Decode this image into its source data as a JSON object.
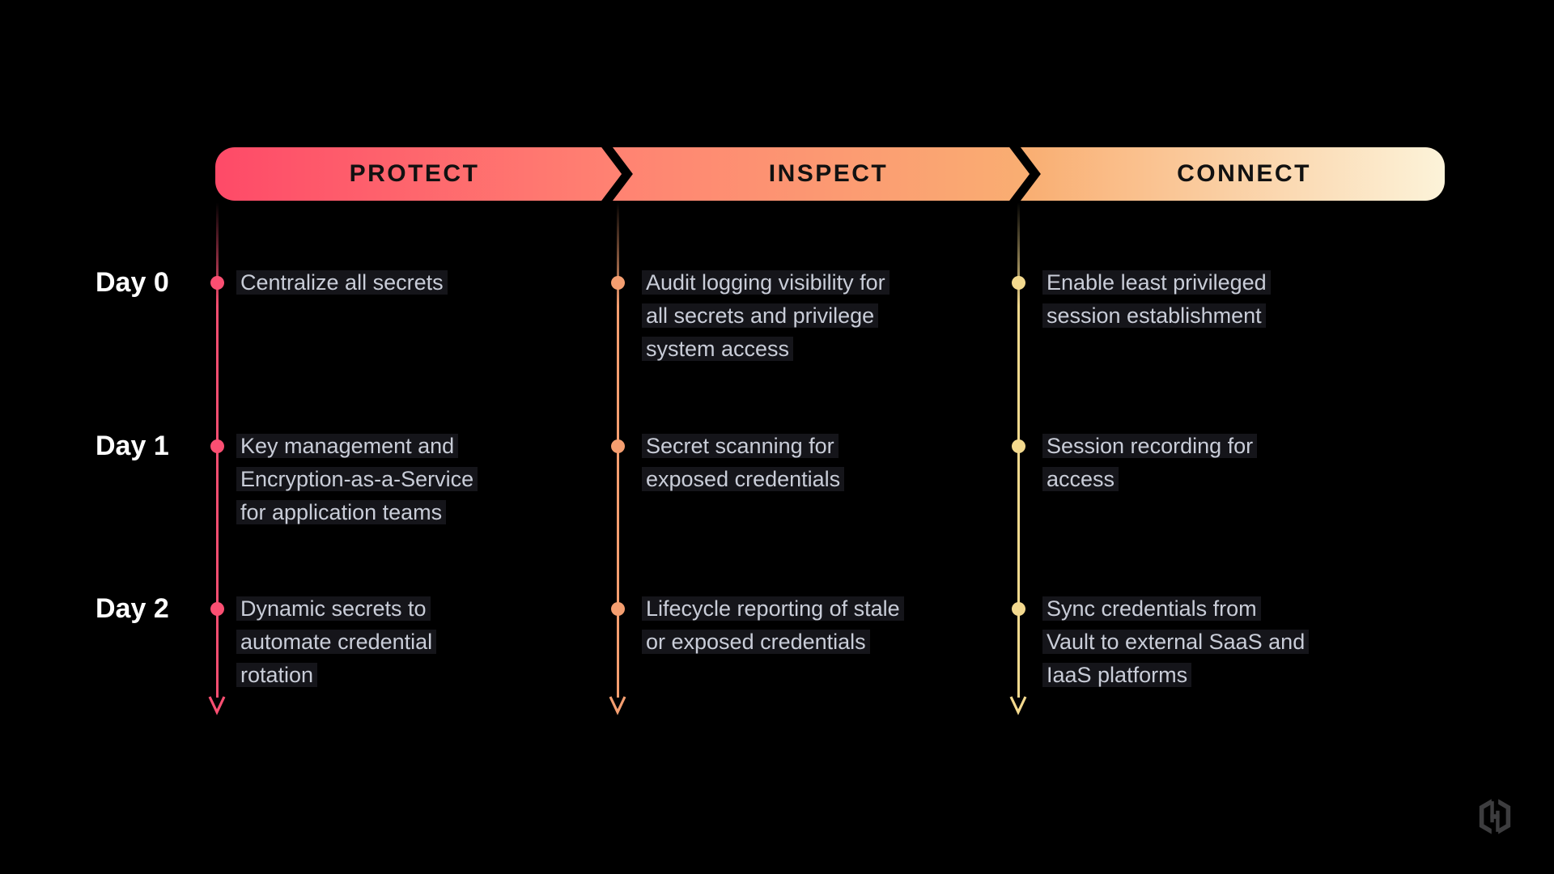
{
  "page": {
    "background": "#000000"
  },
  "banner": {
    "segments": [
      {
        "label": "PROTECT"
      },
      {
        "label": "INSPECT"
      },
      {
        "label": "CONNECT"
      }
    ],
    "gradient": [
      "#FE4A68",
      "#FF8372",
      "#F9AE72",
      "#FCF3D9"
    ],
    "label_color": "#111111"
  },
  "rows": [
    {
      "label": "Day 0"
    },
    {
      "label": "Day 1"
    },
    {
      "label": "Day 2"
    }
  ],
  "columns": [
    {
      "name": "protect",
      "accent": "#FB4F72",
      "items": [
        [
          "Centralize all secrets"
        ],
        [
          "Key management and",
          "Encryption-as-a-Service",
          "for application teams"
        ],
        [
          "Dynamic secrets to",
          "automate credential",
          "rotation"
        ]
      ]
    },
    {
      "name": "inspect",
      "accent": "#F49E70",
      "items": [
        [
          "Audit logging visibility for",
          "all secrets and privilege",
          "system access"
        ],
        [
          "Secret scanning for",
          "exposed credentials"
        ],
        [
          "Lifecycle reporting of stale",
          "or exposed credentials"
        ]
      ]
    },
    {
      "name": "connect",
      "accent": "#F3D98E",
      "items": [
        [
          "Enable least privileged",
          "session establishment"
        ],
        [
          "Session recording for",
          "access"
        ],
        [
          "Sync credentials from",
          "Vault to external SaaS and",
          "IaaS platforms"
        ]
      ]
    }
  ],
  "logo": {
    "name": "HashiCorp",
    "color": "#3D3D3F"
  }
}
